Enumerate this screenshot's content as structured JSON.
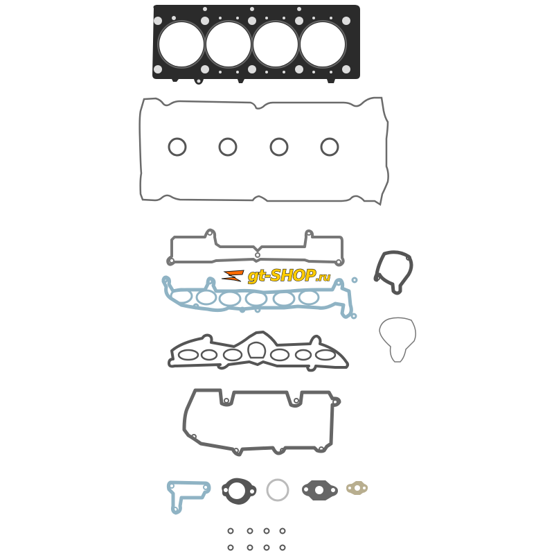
{
  "image": {
    "subject": "Engine cylinder head gasket set",
    "background": "#ffffff"
  },
  "watermark": {
    "text_main": "gt-SHOP",
    "text_suffix": ".ru",
    "fill_color": "#ffcc00",
    "accent_color": "#ff6a00",
    "outline_color": "#1a1a1a"
  },
  "parts": [
    {
      "id": "head-gasket",
      "label": "Cylinder head gasket",
      "color": "#2b2b2b",
      "bores": 4
    },
    {
      "id": "valve-cover-gasket",
      "label": "Valve cover gasket",
      "color": "#6b6b6b"
    },
    {
      "id": "spark-plug-seals",
      "label": "Spark plug tube seals",
      "color": "#555555",
      "count": 4
    },
    {
      "id": "intake-plenum-gasket",
      "label": "Intake plenum gasket",
      "color": "#777777"
    },
    {
      "id": "intake-manifold-gasket",
      "label": "Intake manifold gasket",
      "color": "#8fb3c4"
    },
    {
      "id": "exhaust-manifold-gasket",
      "label": "Exhaust manifold gasket",
      "color": "#555555"
    },
    {
      "id": "thermostat-housing-gasket",
      "label": "Thermostat housing gasket",
      "color": "#555555"
    },
    {
      "id": "thermostat-seal",
      "label": "Thermostat seal",
      "color": "#777777"
    },
    {
      "id": "cover-gasket",
      "label": "Cover gasket",
      "color": "#666666"
    },
    {
      "id": "water-outlet-gasket",
      "label": "Water outlet gasket",
      "color": "#8fb3c4"
    },
    {
      "id": "round-flange-gasket",
      "label": "Flange gasket",
      "color": "#555555"
    },
    {
      "id": "o-ring",
      "label": "O-ring",
      "color": "#bbbbbb"
    },
    {
      "id": "egr-gasket",
      "label": "EGR gasket",
      "color": "#666666"
    },
    {
      "id": "small-flange-gasket",
      "label": "Small flange gasket",
      "color": "#b8ae8f"
    },
    {
      "id": "valve-stem-seals",
      "label": "Valve stem seals",
      "color": "#555555",
      "count": 8
    }
  ]
}
